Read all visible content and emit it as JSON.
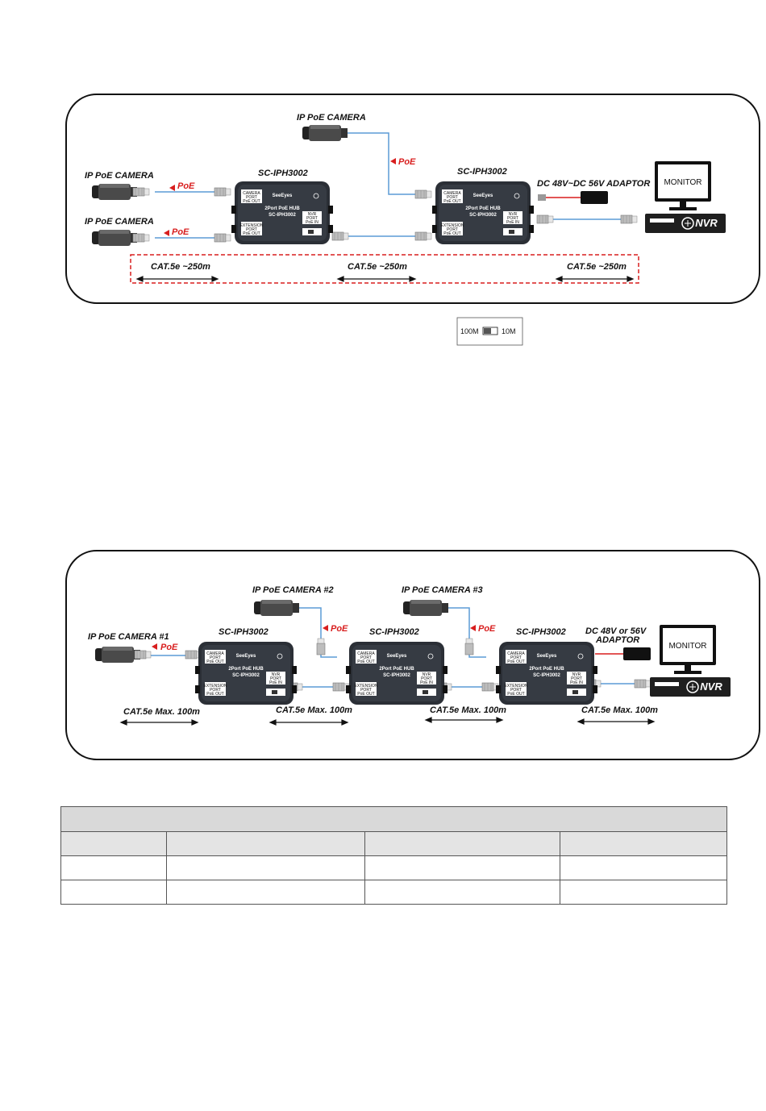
{
  "diagram1": {
    "camera_top": "IP PoE CAMERA",
    "camera_left_1": "IP PoE CAMERA",
    "camera_left_2": "IP PoE CAMERA",
    "poe": "PoE",
    "hub_label": "SC-IPH3002",
    "adaptor": "DC 48V~DC 56V ADAPTOR",
    "monitor": "MONITOR",
    "nvr": "NVR",
    "cable_1": "CAT.5e ~250m",
    "cable_2": "CAT.5e ~250m",
    "cable_3": "CAT.5e ~250m"
  },
  "switch_legend": {
    "left": "100M",
    "right": "10M"
  },
  "diagram2": {
    "camera_1": "IP PoE CAMERA #1",
    "camera_2": "IP PoE CAMERA #2",
    "camera_3": "IP PoE CAMERA #3",
    "poe": "PoE",
    "hub_label": "SC-IPH3002",
    "adaptor_1": "DC 48V or 56V",
    "adaptor_2": "ADAPTOR",
    "monitor": "MONITOR",
    "nvr": "NVR",
    "cable": "CAT.5e Max. 100m"
  },
  "hub_device": {
    "brand": "SeeEyes",
    "model_1": "2Port PoE HUB",
    "model_2": "SC-IPH3002",
    "camera_port_1": "CAMERA",
    "camera_port_2": "PORT",
    "camera_port_3": "PoE OUT",
    "ext_port_1": "EXTENSION",
    "ext_port_2": "PORT",
    "ext_port_3": "PoE OUT",
    "nvr_port_1": "NVR",
    "nvr_port_2": "PORT",
    "nvr_port_3": "PoE IN",
    "switch_100m": "100M",
    "switch_10m": "10M"
  },
  "colors": {
    "cable": "#5b9bd5",
    "poe_arrow": "#d81e1e",
    "hub_body": "#2b2f36",
    "diagram_border": "#111111",
    "dashed_box": "#d81e1e"
  }
}
